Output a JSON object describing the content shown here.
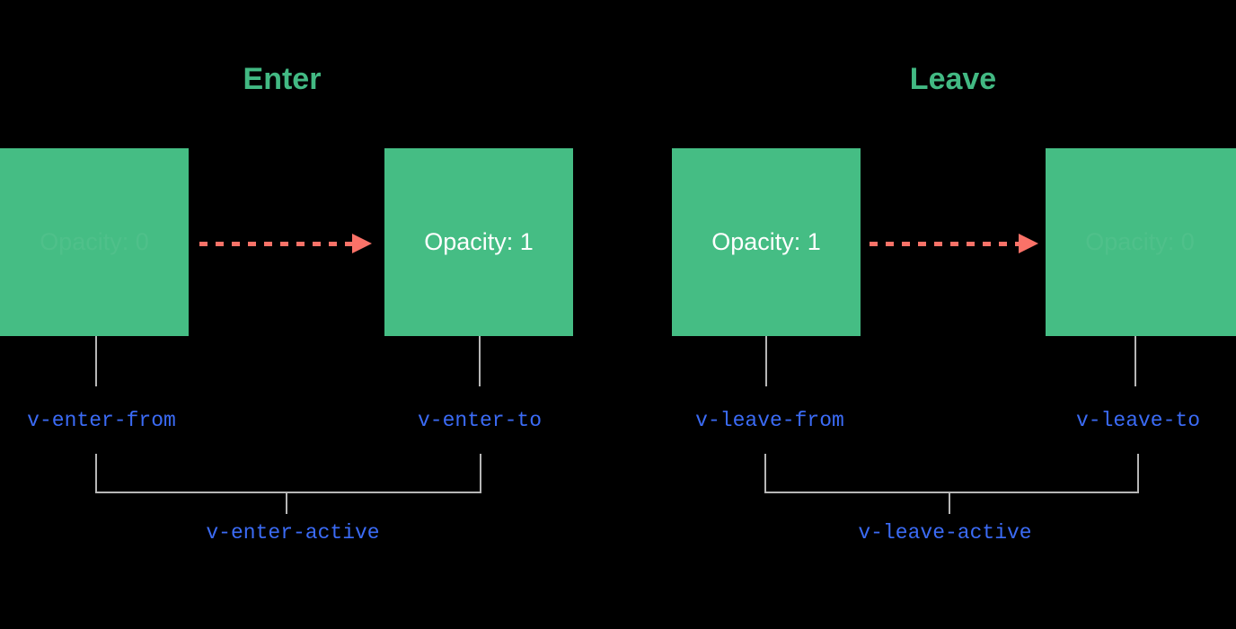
{
  "diagram": {
    "title_enter": "Enter",
    "title_leave": "Leave",
    "colors": {
      "background": "#000000",
      "box_green": "#45bd84",
      "title_green": "#42b983",
      "arrow_red": "#fa7268",
      "class_blue": "#3b6bf5",
      "connector_gray": "#b6b6b6",
      "box_text_white": "#ffffff"
    },
    "enter": {
      "from": {
        "box_text": "Opacity: 0",
        "box_text_state": "faded",
        "class_label": "v-enter-from"
      },
      "to": {
        "box_text": "Opacity: 1",
        "box_text_state": "visible",
        "class_label": "v-enter-to"
      },
      "active_label": "v-enter-active",
      "arrow": "dashed-arrow-right-icon"
    },
    "leave": {
      "from": {
        "box_text": "Opacity: 1",
        "box_text_state": "visible",
        "class_label": "v-leave-from"
      },
      "to": {
        "box_text": "Opacity: 0",
        "box_text_state": "faded",
        "class_label": "v-leave-to"
      },
      "active_label": "v-leave-active",
      "arrow": "dashed-arrow-right-icon"
    }
  }
}
